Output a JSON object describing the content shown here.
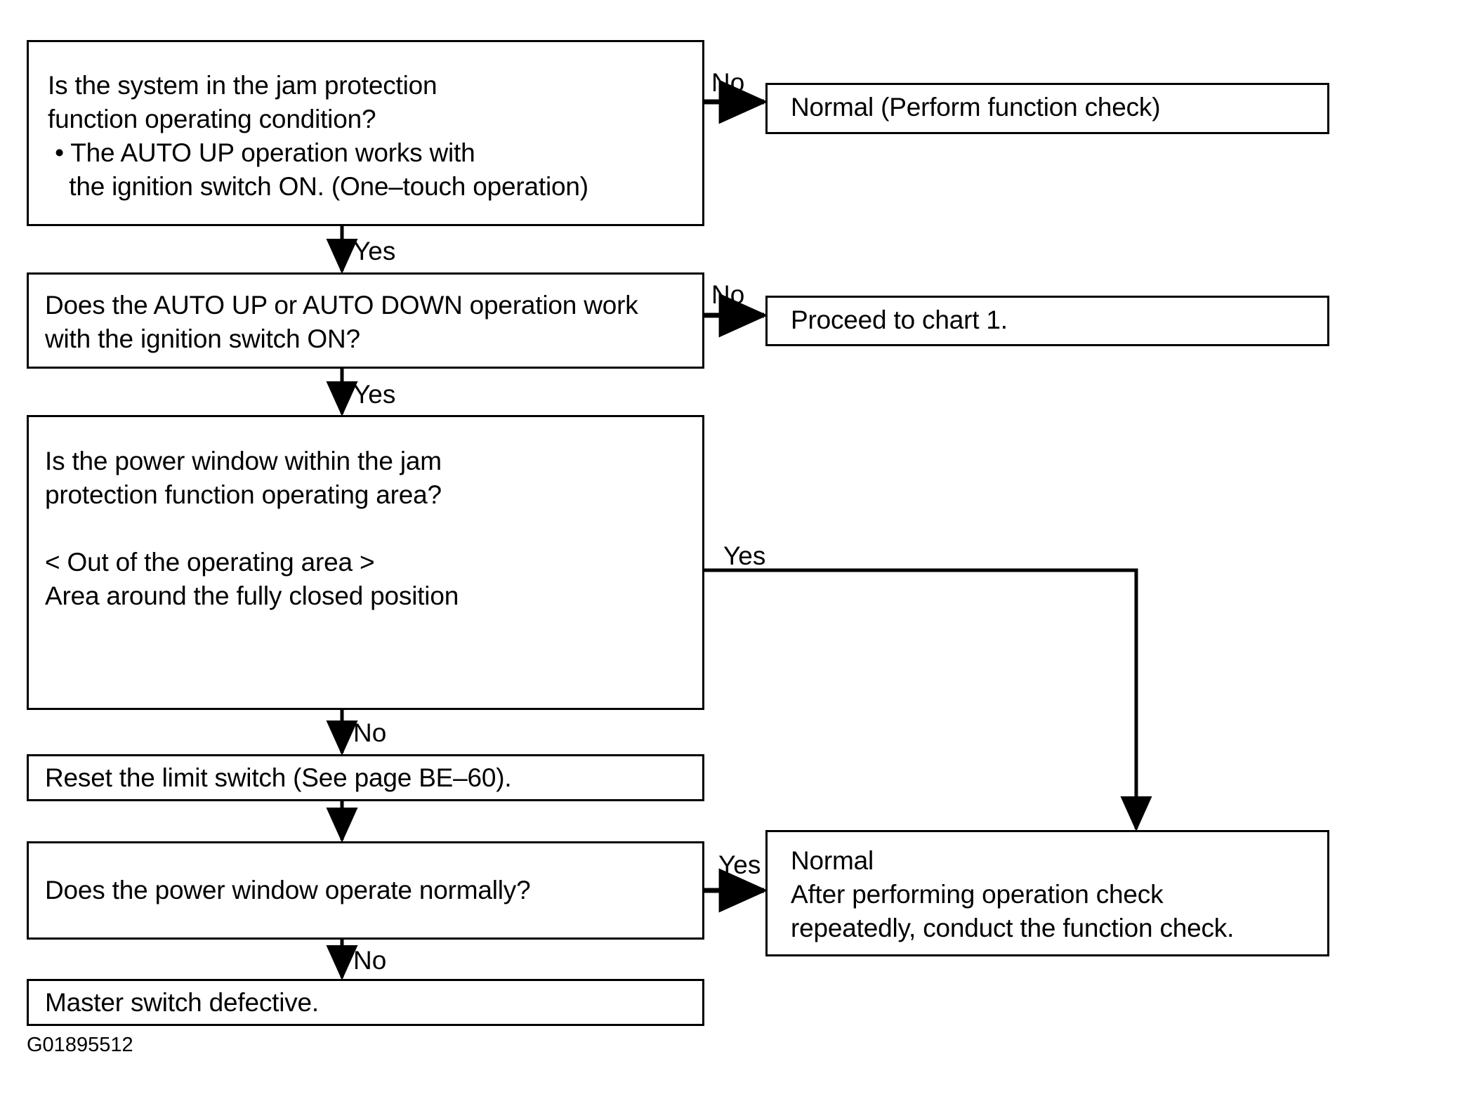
{
  "figure": {
    "id_label": "G01895512",
    "type": "troubleshooting-flowchart",
    "title": "Jam protection function troubleshooting chart"
  },
  "nodes": {
    "q1": {
      "name": "jam-protection-condition-question",
      "lines": [
        "Is the system in the jam protection",
        "function operating condition?",
        " • The AUTO UP operation works with",
        "   the ignition switch ON. (One–touch operation)"
      ]
    },
    "r1": {
      "name": "normal-perform-function-check",
      "lines": [
        "Normal (Perform function check)"
      ]
    },
    "q2": {
      "name": "auto-up-down-operation-question",
      "lines": [
        "Does the AUTO UP or AUTO DOWN operation work",
        "with the ignition switch ON?"
      ]
    },
    "r2": {
      "name": "proceed-to-chart-1",
      "lines": [
        "Proceed to chart 1."
      ]
    },
    "q3": {
      "name": "operating-area-question",
      "lines": [
        "Is the power window within the jam",
        "protection function operating area?",
        "",
        "< Out of the operating area >",
        "Area around the fully closed position"
      ]
    },
    "a1": {
      "name": "reset-limit-switch-action",
      "lines": [
        "Reset the limit switch (See page BE–60)."
      ]
    },
    "q4": {
      "name": "power-window-normal-question",
      "lines": [
        "Does the power window operate normally?"
      ]
    },
    "r3": {
      "name": "normal-after-operation-check",
      "lines": [
        "Normal",
        "After performing operation check",
        "repeatedly, conduct the function check."
      ]
    },
    "a2": {
      "name": "master-switch-defective",
      "lines": [
        "Master switch defective."
      ]
    }
  },
  "branch_labels": {
    "q1_no": "No",
    "q1_yes": "Yes",
    "q2_no": "No",
    "q2_yes": "Yes",
    "q3_yes": "Yes",
    "q3_no": "No",
    "q4_yes": "Yes",
    "q4_no": "No"
  },
  "colors": {
    "line": "#000000",
    "background": "#ffffff",
    "text": "#000000"
  }
}
